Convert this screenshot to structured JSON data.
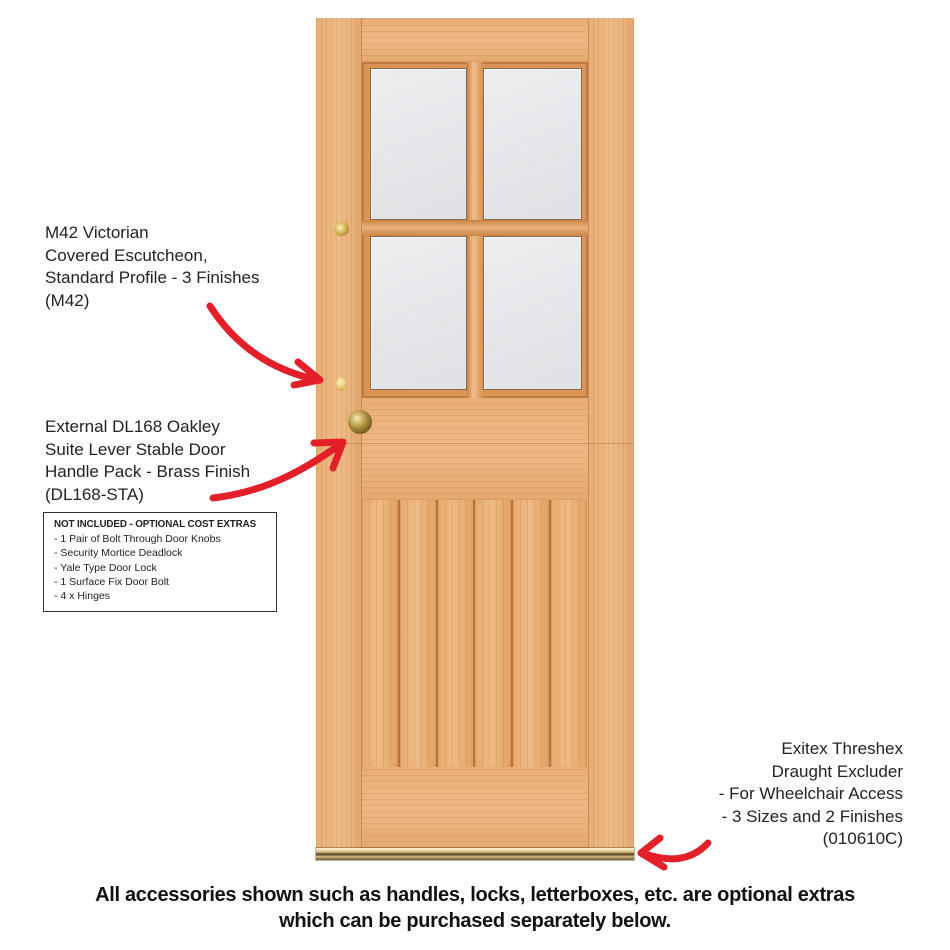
{
  "product": {
    "type": "stable door",
    "style": "oak, 4-pane glazed top, vertical boarded bottom panel"
  },
  "callouts": {
    "escutcheon": {
      "lines": [
        "M42 Victorian",
        "Covered Escutcheon,",
        "Standard Profile - 3 Finishes",
        "(M42)"
      ]
    },
    "handle": {
      "lines": [
        "External DL168 Oakley",
        "Suite Lever Stable Door",
        "Handle Pack - Brass Finish",
        "(DL168-STA)"
      ]
    },
    "threshold": {
      "lines": [
        "Exitex Threshex",
        "Draught Excluder",
        "- For Wheelchair Access",
        "- 3 Sizes and 2 Finishes",
        "(010610C)"
      ]
    }
  },
  "not_included": {
    "heading": "NOT INCLUDED - OPTIONAL COST EXTRAS",
    "items": [
      "- 1 Pair of Bolt Through Door Knobs",
      "- Security Mortice Deadlock",
      "- Yale Type Door Lock",
      "- 1 Surface Fix Door Bolt",
      "- 4 x Hinges"
    ]
  },
  "footer": {
    "line1": "All accessories shown such as handles, locks, letterboxes, etc. are optional extras",
    "line2": "which can be purchased separately below."
  },
  "colors": {
    "arrow": "#e3202a",
    "wood": "#e8ad75",
    "glass": "#e6e8eb",
    "brass": "#c6a03e"
  }
}
